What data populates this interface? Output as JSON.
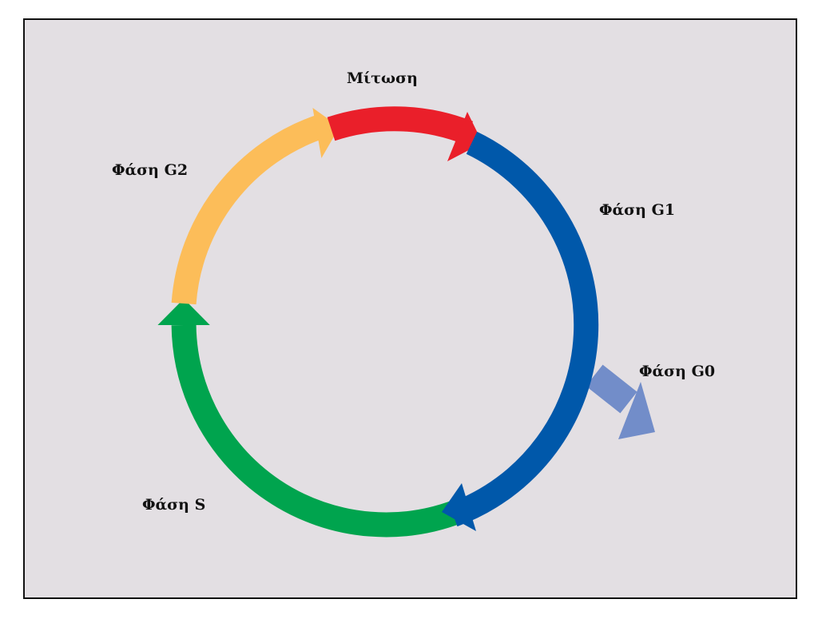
{
  "labels": {
    "mitosis": "Μίτωση",
    "g1": "Φάση G1",
    "g0": "Φάση G0",
    "s": "Φάση S",
    "g2": "Φάση G2"
  },
  "colors": {
    "background": "#e3dfe3",
    "border": "#111111",
    "mitosis": "#ea1f2a",
    "g1": "#0058aa",
    "g0": "#728dc9",
    "s": "#00a44e",
    "g2": "#fcbd59"
  }
}
